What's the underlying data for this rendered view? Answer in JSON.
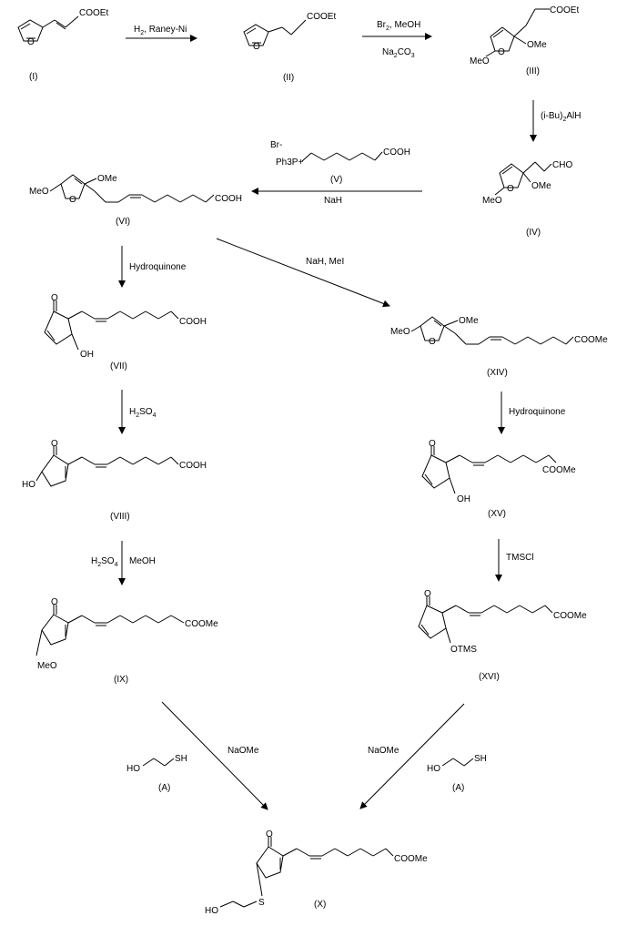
{
  "scheme": {
    "compounds": [
      {
        "id": "I",
        "label": "(I)",
        "groups": [
          "COOEt"
        ]
      },
      {
        "id": "II",
        "label": "(II)",
        "groups": [
          "COOEt"
        ]
      },
      {
        "id": "III",
        "label": "(III)",
        "groups": [
          "COOEt",
          "OMe",
          "MeO"
        ]
      },
      {
        "id": "IV",
        "label": "(IV)",
        "groups": [
          "CHO",
          "OMe",
          "MeO"
        ]
      },
      {
        "id": "V",
        "label": "(V)",
        "groups": [
          "Br-",
          "Ph3P+",
          "COOH"
        ]
      },
      {
        "id": "VI",
        "label": "(VI)",
        "groups": [
          "OMe",
          "MeO",
          "COOH"
        ]
      },
      {
        "id": "VII",
        "label": "(VII)",
        "groups": [
          "COOH",
          "OH"
        ]
      },
      {
        "id": "VIII",
        "label": "(VIII)",
        "groups": [
          "COOH",
          "HO"
        ]
      },
      {
        "id": "IX",
        "label": "(IX)",
        "groups": [
          "COOMe",
          "MeO"
        ]
      },
      {
        "id": "XIV",
        "label": "(XIV)",
        "groups": [
          "OMe",
          "MeO",
          "COOMe"
        ]
      },
      {
        "id": "XV",
        "label": "(XV)",
        "groups": [
          "COOMe",
          "OH"
        ]
      },
      {
        "id": "XVI",
        "label": "(XVI)",
        "groups": [
          "COOMe",
          "OTMS"
        ]
      },
      {
        "id": "A",
        "label": "(A)",
        "groups": [
          "HO",
          "SH"
        ]
      },
      {
        "id": "X",
        "label": "(X)",
        "groups": [
          "COOMe",
          "HO",
          "S"
        ]
      }
    ],
    "atoms": {
      "O": "O"
    },
    "reagents": {
      "r1": "H2, Raney-Ni",
      "r2a": "Br2, MeOH",
      "r2b": "Na2CO3",
      "r3": "(i-Bu)2AlH",
      "r4": "NaH",
      "r5": "Hydroquinone",
      "r6": "NaH, MeI",
      "r7": "H2SO4",
      "r8": "Hydroquinone",
      "r9a": "H2SO4",
      "r9b": "MeOH",
      "r10": "TMSCl",
      "r11": "NaOMe",
      "r12": "NaOMe"
    }
  }
}
